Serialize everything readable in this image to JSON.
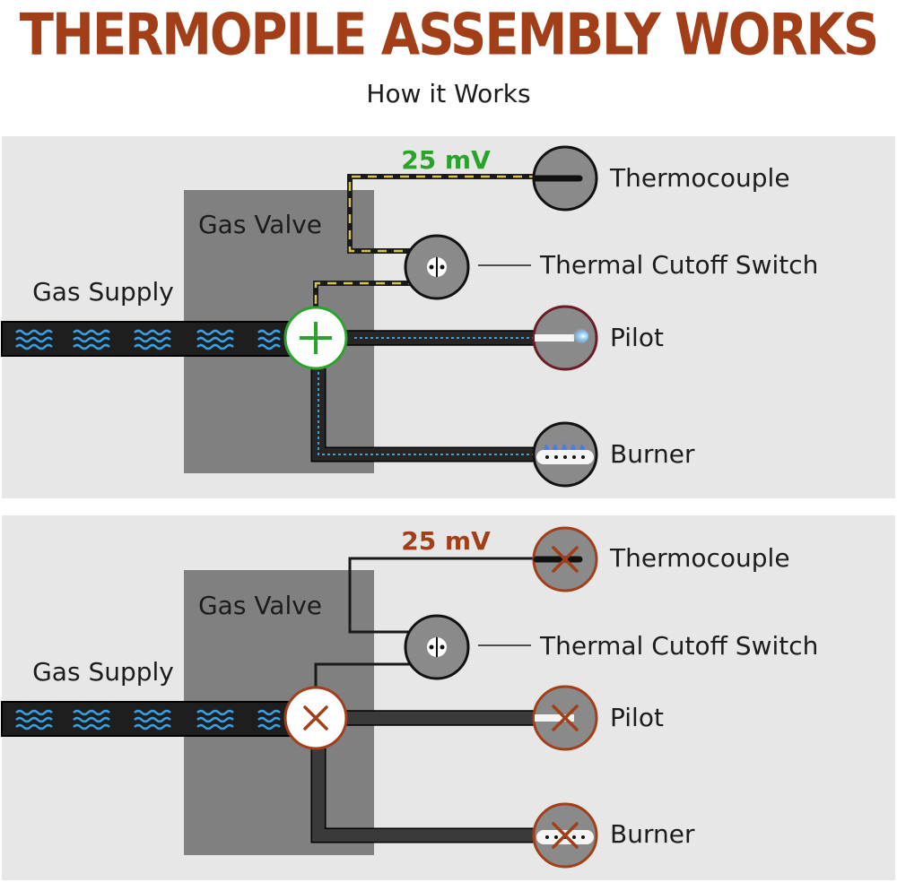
{
  "header": {
    "title": "THERMOPILE ASSEMBLY WORKS",
    "subtitle": "How it Works"
  },
  "panels": [
    {
      "state": "working",
      "voltage": "25 mV",
      "voltage_color": "#2aa32a",
      "gas_valve_label": "Gas Valve",
      "gas_supply_label": "Gas Supply",
      "components": {
        "thermocouple": "Thermocouple",
        "thermal_cutoff_switch": "Thermal Cutoff Switch",
        "pilot": "Pilot",
        "burner": "Burner"
      }
    },
    {
      "state": "failed",
      "voltage": "25 mV",
      "voltage_color": "#a23e18",
      "gas_valve_label": "Gas Valve",
      "gas_supply_label": "Gas Supply",
      "components": {
        "thermocouple": "Thermocouple",
        "thermal_cutoff_switch": "Thermal Cutoff Switch",
        "pilot": "Pilot",
        "burner": "Burner"
      }
    }
  ],
  "colors": {
    "title": "#a23e18",
    "ok": "#2aa32a",
    "fail": "#a23e18",
    "gas": "#3b9fe0",
    "flame": "#4a7be8"
  },
  "icons": [
    "plus-icon",
    "cross-icon",
    "flame-icon",
    "switch-icon"
  ]
}
